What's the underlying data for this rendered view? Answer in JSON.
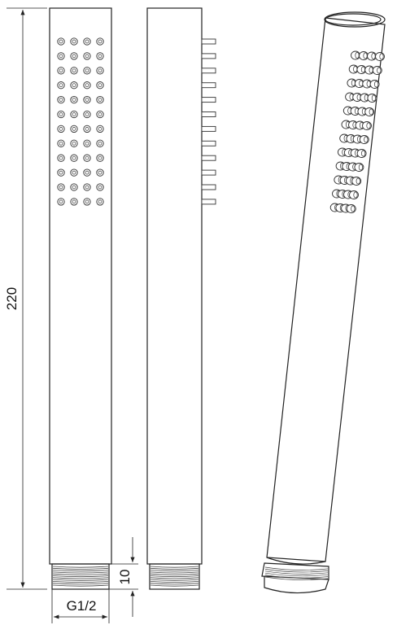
{
  "drawing": {
    "views": [
      "front",
      "side",
      "perspective"
    ],
    "dimensions": {
      "length": "220",
      "thread_height": "10",
      "thread_size": "G1/2"
    }
  }
}
